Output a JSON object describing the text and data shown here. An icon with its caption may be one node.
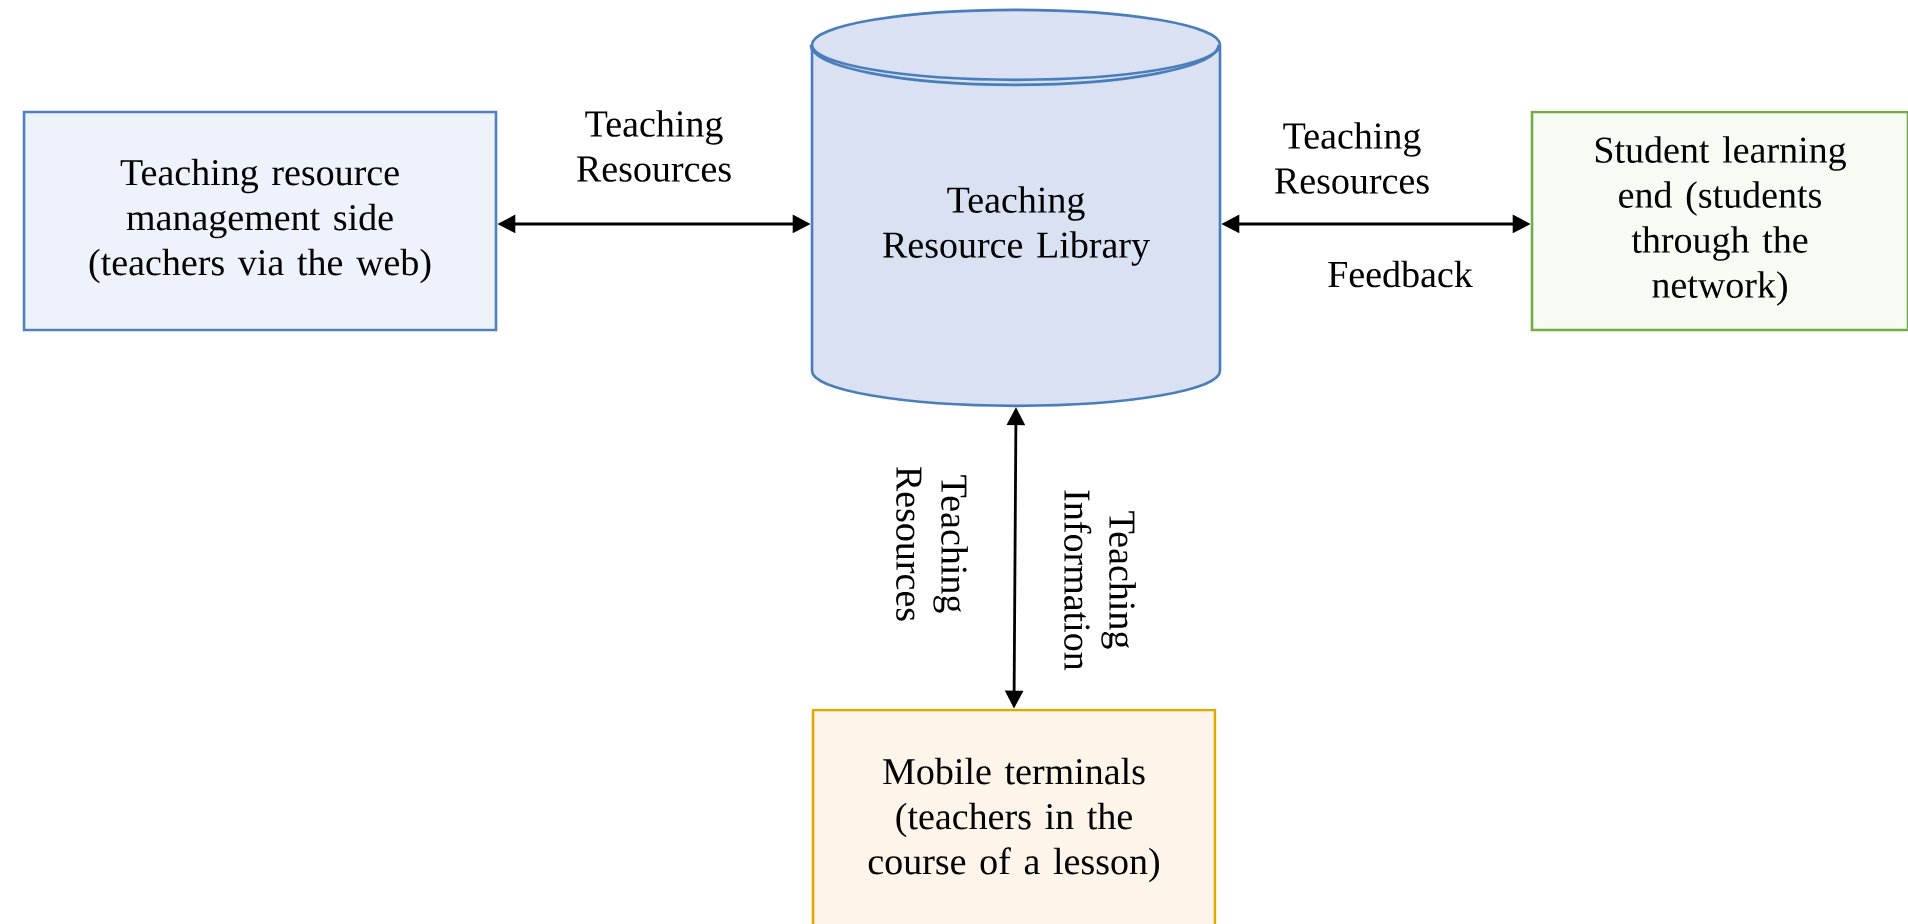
{
  "diagram": {
    "nodes": [
      {
        "text": [
          "Teaching resource management side (teachers via the web)"
        ]
      },
      {
        "text": [
          "Teaching Resource Library"
        ]
      },
      {
        "text": [
          "Student learning end (students through the network)"
        ]
      },
      {
        "text": [
          "Mobile terminals (teachers in the course of a lesson)"
        ]
      }
    ],
    "edges": [
      {
        "from": 0,
        "to": 1,
        "arrow": "both",
        "label": "Teaching Resources"
      },
      {
        "from": 1,
        "to": 2,
        "arrow": "both",
        "label": "Teaching Resources"
      },
      {
        "from": 1,
        "to": 3,
        "arrow": "both",
        "label": "Teaching Resources"
      }
    ],
    "labels": [
      "Feedback",
      "Teaching Information"
    ]
  }
}
